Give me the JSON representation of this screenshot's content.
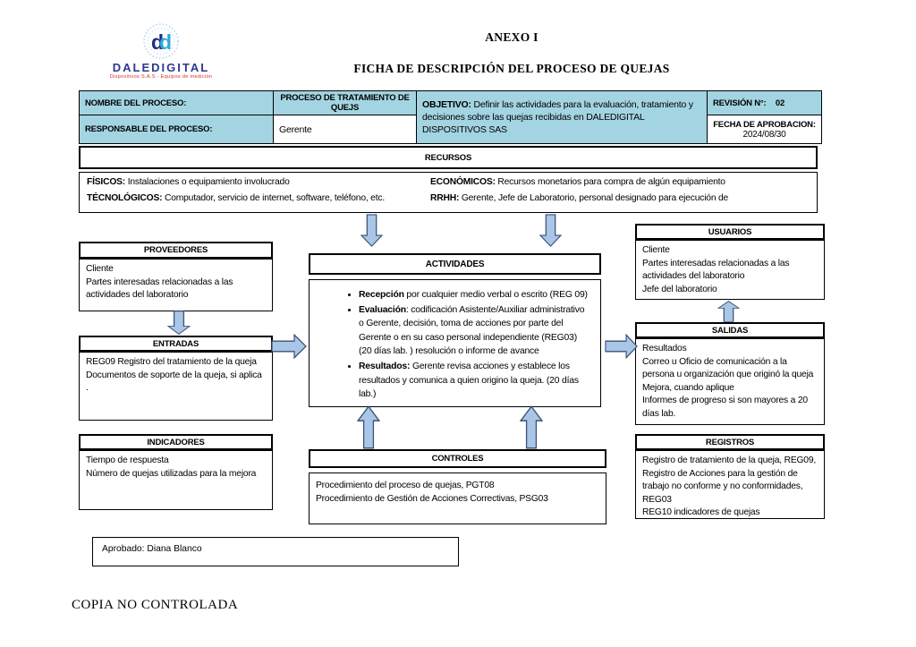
{
  "page": {
    "anexo_title": "ANEXO I",
    "main_title": "FICHA DE DESCRIPCIÓN DEL PROCESO DE QUEJAS",
    "footer": "COPIA NO CONTROLADA"
  },
  "logo": {
    "name": "DALEDIGITAL",
    "tagline": "Dispositivos S.A.S - Equipos de medición"
  },
  "info_table": {
    "nombre_label": "NOMBRE DEL PROCESO:",
    "nombre_value": "PROCESO DE TRATAMIENTO DE QUEJS",
    "responsable_label": "RESPONSABLE DEL PROCESO:",
    "responsable_value": "Gerente",
    "objetivo_label": "OBJETIVO:",
    "objetivo_text": " Definir las actividades para la evaluación, tratamiento y decisiones sobre las quejas recibidas en DALEDIGITAL DISPOSITIVOS SAS",
    "revision_label": "REVISIÓN  N°:",
    "revision_value": "02",
    "fecha_label": "FECHA DE APROBACION:",
    "fecha_value": "2024/08/30"
  },
  "recursos": {
    "title": "RECURSOS",
    "fisicos_label": "FÍSICOS:",
    "fisicos_text": " Instalaciones o equipamiento involucrado",
    "tecnologicos_label": "TÉCNOLÓGICOS:",
    "tecnologicos_text": " Computador, servicio de internet, software, teléfono, etc.",
    "economicos_label": "ECONÓMICOS:",
    "economicos_text": " Recursos monetarios para compra de algún equipamiento",
    "rrhh_label": "RRHH:",
    "rrhh_text": " Gerente, Jefe de Laboratorio, personal designado para ejecución de"
  },
  "proveedores": {
    "title": "PROVEEDORES",
    "lines": [
      "Cliente",
      "Partes interesadas relacionadas a las actividades del laboratorio"
    ]
  },
  "entradas": {
    "title": "ENTRADAS",
    "lines": [
      "REG09 Registro del tratamiento de la queja",
      "Documentos de soporte de la queja, si aplica",
      "."
    ]
  },
  "indicadores": {
    "title": "INDICADORES",
    "lines": [
      "Tiempo de respuesta",
      "Número de quejas utilizadas para la mejora"
    ]
  },
  "actividades": {
    "title": "ACTIVIDADES",
    "bullets": [
      {
        "bold": "Recepción",
        "rest": " por cualquier medio verbal o escrito (REG 09)"
      },
      {
        "bold": "Evaluación",
        "rest": ": codificación Asistente/Auxiliar administrativo o Gerente, decisión, toma de acciones por parte del Gerente o en su caso personal independiente (REG03) (20 días lab. ) resolución o informe de avance"
      },
      {
        "bold": "Resultados:",
        "rest": " Gerente revisa acciones y establece los resultados y comunica a quien origino la queja. (20 días lab.)"
      }
    ]
  },
  "controles": {
    "title": "CONTROLES",
    "lines": [
      "Procedimiento del proceso de quejas, PGT08",
      "Procedimiento de Gestión de Acciones Correctivas, PSG03"
    ]
  },
  "usuarios": {
    "title": "USUARIOS",
    "lines": [
      "Cliente",
      "Partes interesadas relacionadas a las actividades del laboratorio",
      "Jefe del laboratorio"
    ]
  },
  "salidas": {
    "title": "SALIDAS",
    "lines": [
      "Resultados",
      "Correo u Oficio de comunicación a la persona u organización que originó la queja",
      "Mejora, cuando aplique",
      "Informes de progreso si son mayores a 20 días lab."
    ]
  },
  "registros": {
    "title": "REGISTROS",
    "lines": [
      "Registro de tratamiento de la queja, REG09,",
      "Registro de Acciones para la gestión de trabajo no conforme y no conformidades, REG03",
      "REG10 indicadores de quejas"
    ]
  },
  "approved": {
    "text": "Aprobado: Diana Blanco"
  },
  "colors": {
    "header_fill": "#a3d4e2",
    "arrow_fill": "#a9c6e9",
    "arrow_stroke": "#3b5272",
    "logo_navy": "#2b3990",
    "logo_blue": "#2ea8dc",
    "logo_red": "#d93025"
  }
}
